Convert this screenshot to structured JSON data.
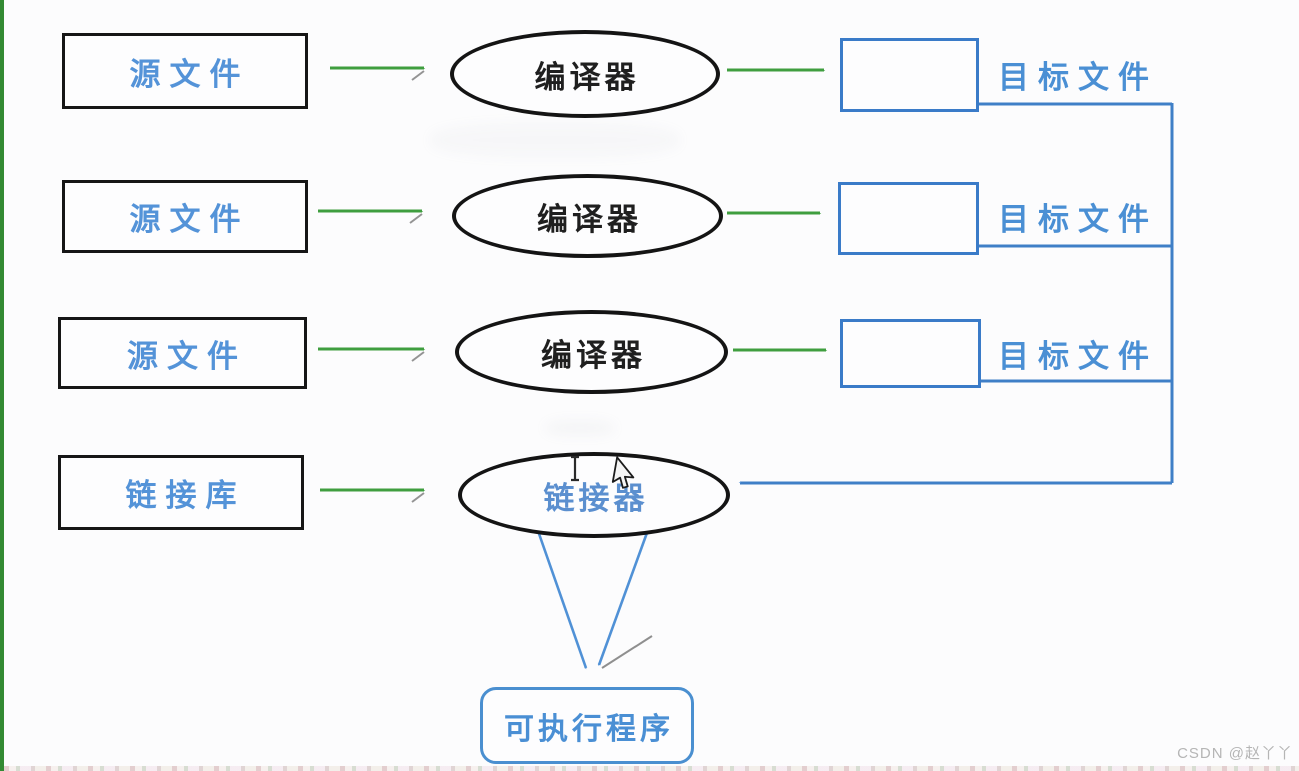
{
  "diagram": {
    "rows": [
      {
        "source": "源文件",
        "process": "编译器",
        "output_label": "目标文件"
      },
      {
        "source": "源文件",
        "process": "编译器",
        "output_label": "目标文件"
      },
      {
        "source": "源文件",
        "process": "编译器",
        "output_label": "目标文件"
      }
    ],
    "linker": {
      "source": "链接库",
      "process": "链接器"
    },
    "executable_label": "可执行程序"
  },
  "watermark": "CSDN @赵丫丫",
  "icons": {
    "text_cursor_icon": "I-beam",
    "mouse_pointer_icon": "arrow-pointer"
  },
  "colors": {
    "arrow_green": "#3f9e3f",
    "line_blue": "#3f7fc7",
    "node_border_black": "#141414",
    "text_blue": "#5493d8",
    "object_box_blue": "#3a7bc8",
    "watermark_gray": "#b5b5b5",
    "edge_bar_green": "#338a33"
  }
}
